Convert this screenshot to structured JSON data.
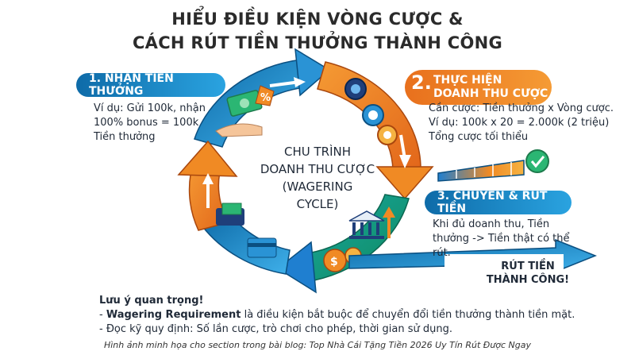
{
  "title": {
    "line1": "HIỂU ĐIỀU KIỆN VÒNG CƯỢC &",
    "line2": "CÁCH RÚT TIỀN THƯỞNG THÀNH CÔNG"
  },
  "cycle": {
    "center": [
      "CHU TRÌNH",
      "DOANH THU CƯỢC",
      "(WAGERING",
      "CYCLE)"
    ]
  },
  "steps": [
    {
      "label": "1. NHẬN TIỀN THƯỞNG",
      "desc": [
        "Ví dụ: Gửi 100k, nhận",
        "100% bonus = 100k",
        "Tiền thưởng"
      ]
    },
    {
      "number": "2.",
      "label": [
        "THỰC HIỆN",
        "DOANH THU CƯỢC"
      ],
      "desc": [
        "Cần cược: Tiền thưởng x Vòng cược.",
        "Ví dụ: 100k x 20 = 2.000k (2 triệu)",
        "Tổng cược tối thiểu"
      ]
    },
    {
      "label": "3. CHUYỂN & RÚT TIỀN",
      "desc": [
        "Khi đủ doanh thu, Tiền",
        "thưởng -> Tiền thật có thể",
        "rút."
      ]
    }
  ],
  "success": [
    "RÚT TIỀN",
    "THÀNH CÔNG!"
  ],
  "notes": {
    "title": "Lưu ý quan trọng!",
    "item1_bold": "Wagering Requirement",
    "item1_rest": " là điều kiện bắt buộc để chuyển đổi tiền thưởng thành tiền mặt.",
    "item2": "Đọc kỹ quy định: Số lần cược, trò chơi cho phép, thời gian sử dụng."
  },
  "caption": "Hình ảnh minh họa cho section trong bài blog: Top Nhà Cái Tặng Tiền 2026 Uy Tín Rút Được Ngay",
  "colors": {
    "blue": "#1f7fd0",
    "orange": "#f08a24",
    "teal": "#19a7a0",
    "green": "#2bb673",
    "navy": "#1f3f7a"
  }
}
